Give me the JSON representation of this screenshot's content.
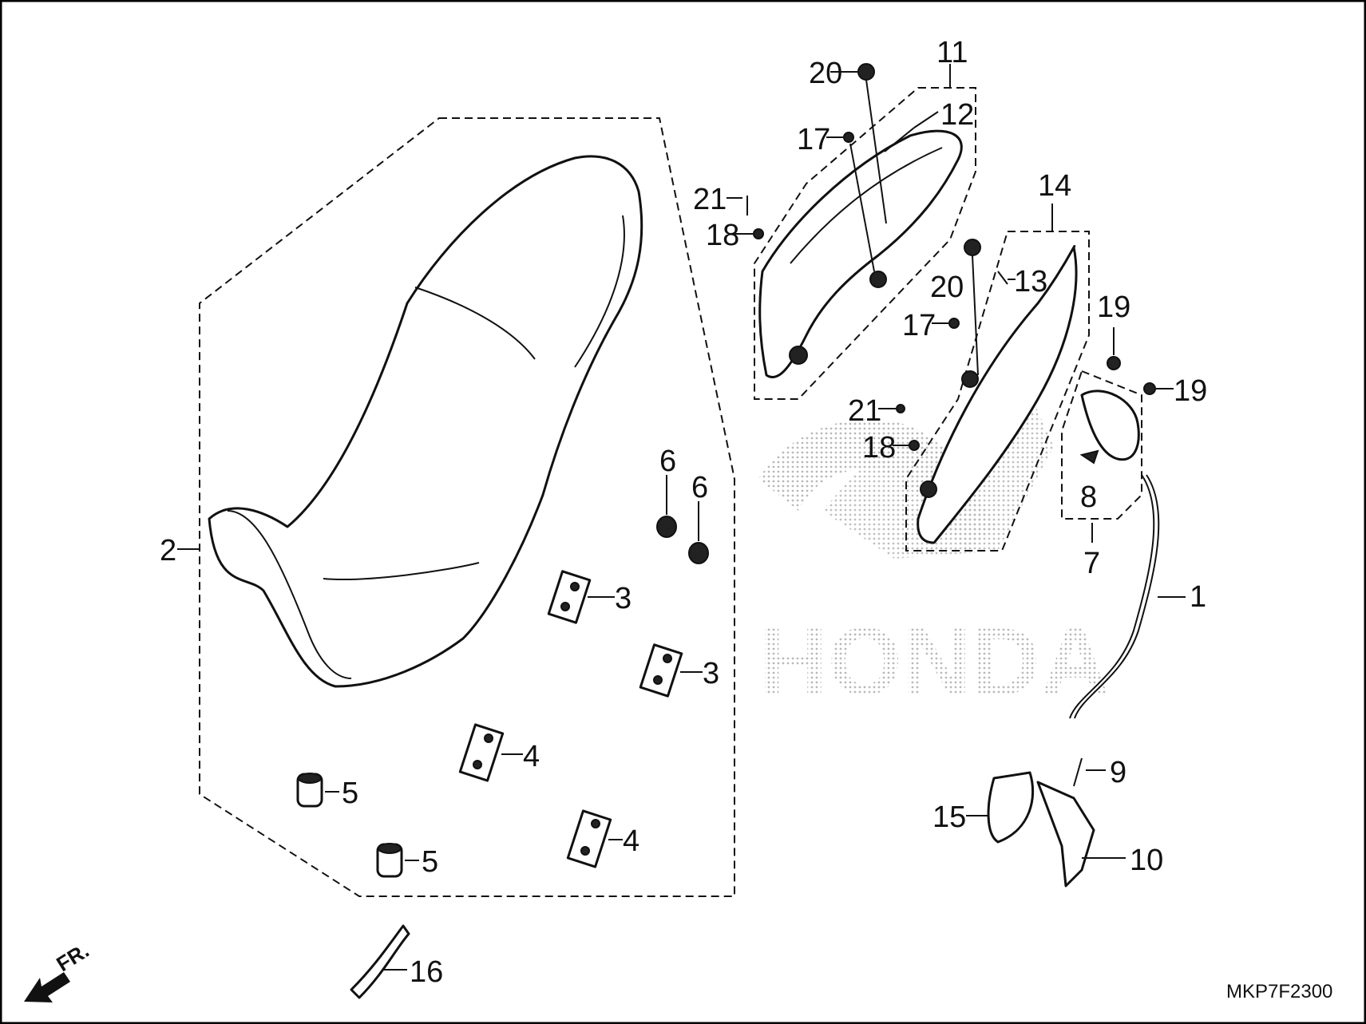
{
  "diagram": {
    "watermark_brand": "HONDA",
    "direction_label": "FR.",
    "diagram_code": "MKP7F2300",
    "callouts": {
      "c20a": "20",
      "c11": "11",
      "c12": "12",
      "c17a": "17",
      "c21a": "21",
      "c18a": "18",
      "c14": "14",
      "c20b": "20",
      "c13": "13",
      "c17b": "17",
      "c19a": "19",
      "c19b": "19",
      "c21b": "21",
      "c18b": "18",
      "c8": "8",
      "c7": "7",
      "c1": "1",
      "c2": "2",
      "c6a": "6",
      "c6b": "6",
      "c3a": "3",
      "c3b": "3",
      "c4a": "4",
      "c4b": "4",
      "c5a": "5",
      "c5b": "5",
      "c9": "9",
      "c15": "15",
      "c10": "10",
      "c16": "16"
    }
  }
}
